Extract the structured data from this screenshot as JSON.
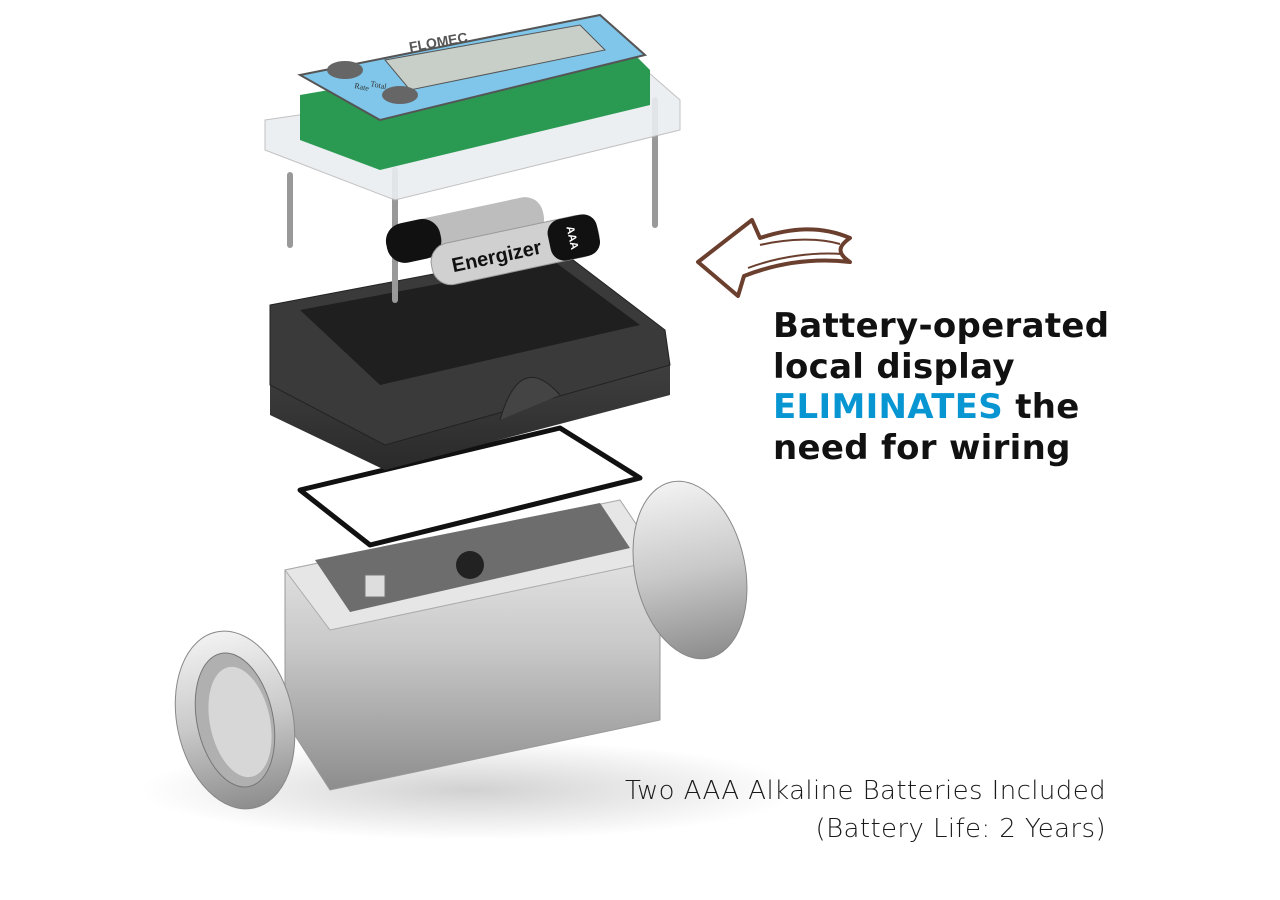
{
  "headline": {
    "line1": "Battery-operated",
    "line2": "local display",
    "highlight": "ELIMINATES",
    "line3_rest": " the",
    "line4": "need for wiring"
  },
  "caption": {
    "line1": "Two AAA Alkaline Batteries Included",
    "line2": "(Battery Life: 2 Years)"
  },
  "product": {
    "brand_logo": "FLOMEC",
    "battery_brand": "Energizer",
    "battery_size": "AAA",
    "button_labels": [
      "Rate",
      "Total"
    ]
  },
  "colors": {
    "accent": "#0896d3",
    "arrow": "#6b3f2e",
    "display_face": "#7fc6ea",
    "enclosure": "#3a3a3a"
  }
}
